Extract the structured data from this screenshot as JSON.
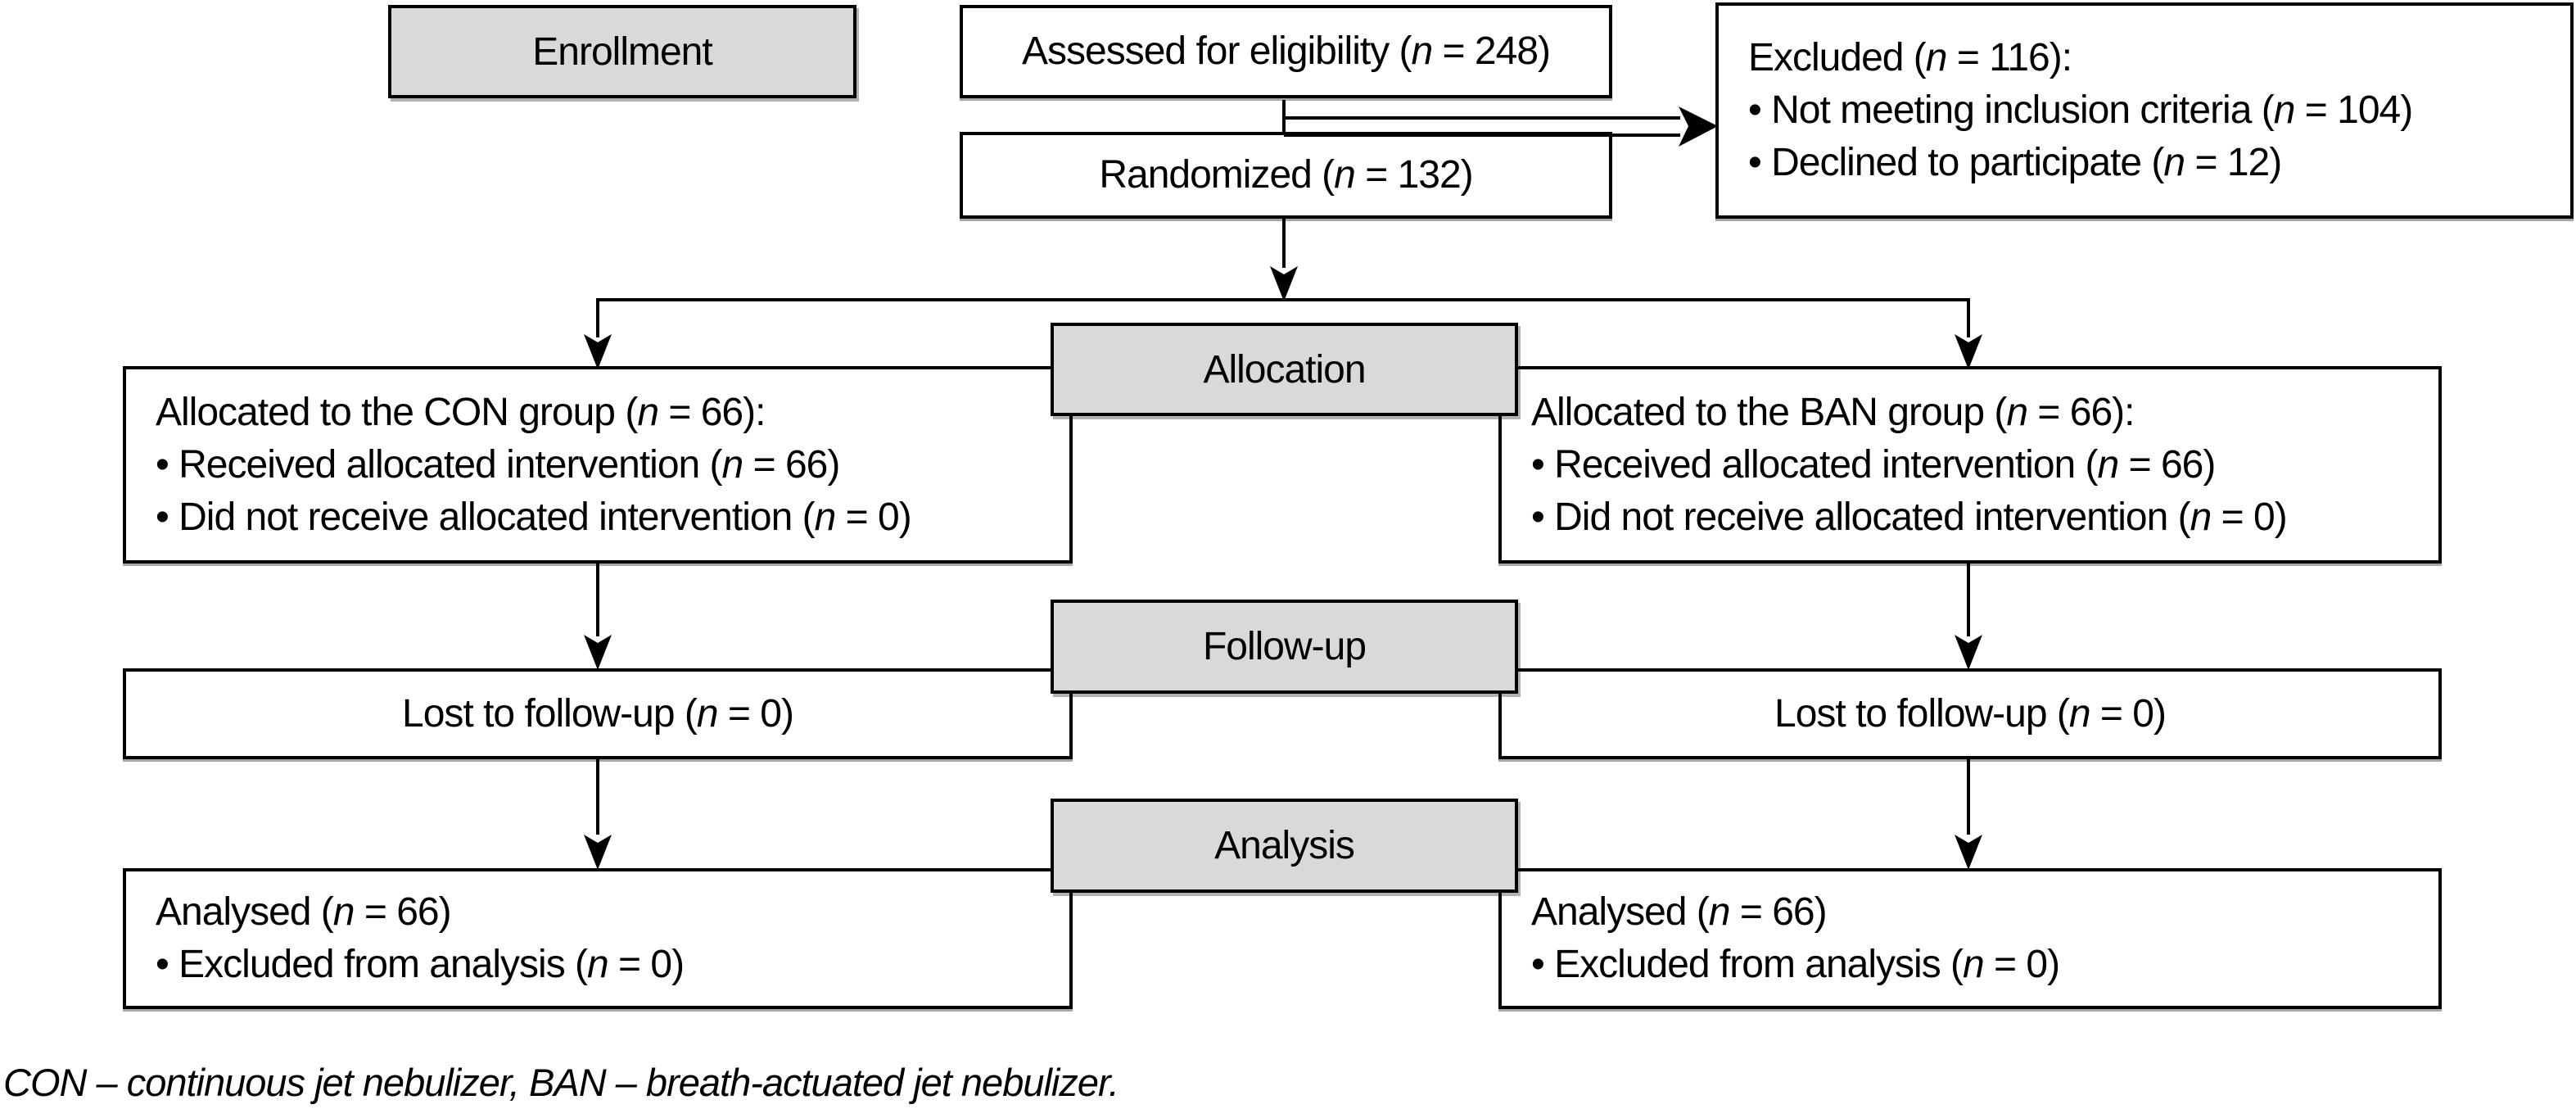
{
  "diagram": {
    "stages": {
      "enrollment": "Enrollment",
      "allocation": "Allocation",
      "followup": "Follow-up",
      "analysis": "Analysis"
    },
    "boxes": {
      "assessed": {
        "text": "Assessed for eligibility (n = 248)"
      },
      "randomized": {
        "text": "Randomized (n = 132)"
      },
      "excluded": {
        "lines": [
          "Excluded (n = 116):",
          "• Not meeting inclusion criteria (n = 104)",
          "• Declined to participate (n = 12)"
        ]
      },
      "allocated_con": {
        "lines": [
          "Allocated to the CON group (n = 66):",
          "• Received allocated intervention (n = 66)",
          "• Did not receive allocated intervention (n = 0)"
        ]
      },
      "allocated_ban": {
        "lines": [
          "Allocated to the BAN group (n = 66):",
          "• Received allocated intervention (n = 66)",
          "• Did not receive allocated intervention (n = 0)"
        ]
      },
      "lost_con": {
        "text": "Lost to follow-up (n = 0)"
      },
      "lost_ban": {
        "text": "Lost to follow-up (n = 0)"
      },
      "analysed_con": {
        "lines": [
          "Analysed (n = 66)",
          "• Excluded from analysis (n = 0)"
        ]
      },
      "analysed_ban": {
        "lines": [
          "Analysed (n = 66)",
          "• Excluded from analysis (n = 0)"
        ]
      }
    },
    "caption": "CON – continuous jet nebulizer, BAN – breath-actuated jet nebulizer.",
    "colors": {
      "stage_fill": "#d9d9d9",
      "box_fill": "#ffffff",
      "border": "#000000",
      "text": "#000000",
      "background": "#ffffff"
    }
  }
}
